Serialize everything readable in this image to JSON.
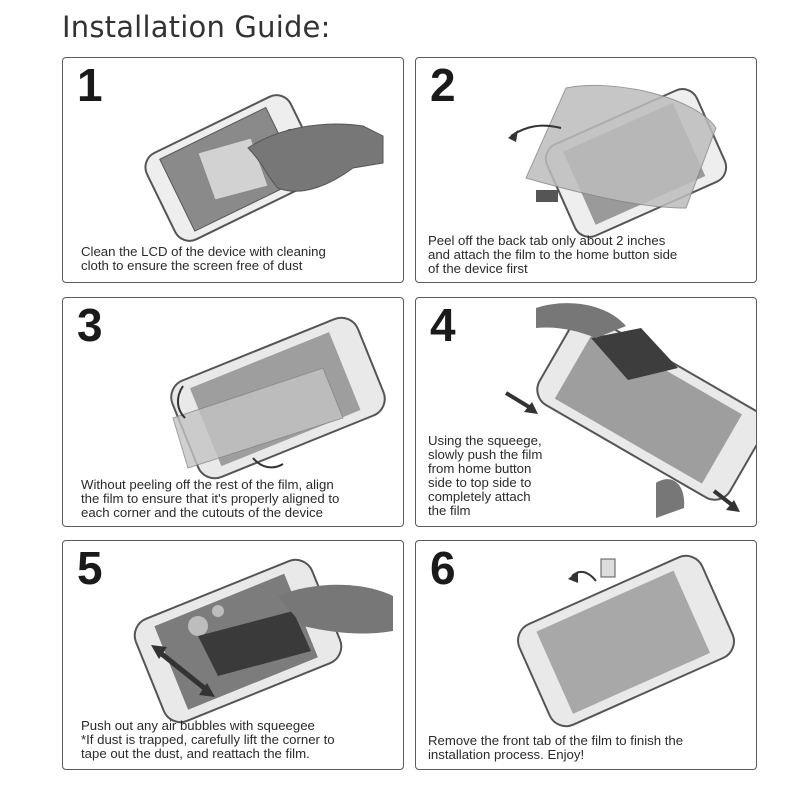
{
  "title": "Installation Guide:",
  "steps": [
    {
      "number": "1",
      "caption": "Clean the LCD of the device with cleaning\ncloth to ensure the screen free of dust"
    },
    {
      "number": "2",
      "caption": "Peel off the back tab only about 2 inches\nand attach the film to the home button side\nof the device first"
    },
    {
      "number": "3",
      "caption": "Without peeling off the rest of the film, align\nthe film to ensure that it's properly aligned to\neach corner and the cutouts of the device"
    },
    {
      "number": "4",
      "caption": "Using the squeege,\nslowly push the film\nfrom home button\nside to top side to\ncompletely attach\nthe film"
    },
    {
      "number": "5",
      "caption": "Push out any air bubbles with squeegee\n*If dust is trapped, carefully lift the corner to\ntape out the dust, and reattach the film."
    },
    {
      "number": "6",
      "caption": "Remove the front tab of the film to finish the\ninstallation process. Enjoy!"
    }
  ]
}
